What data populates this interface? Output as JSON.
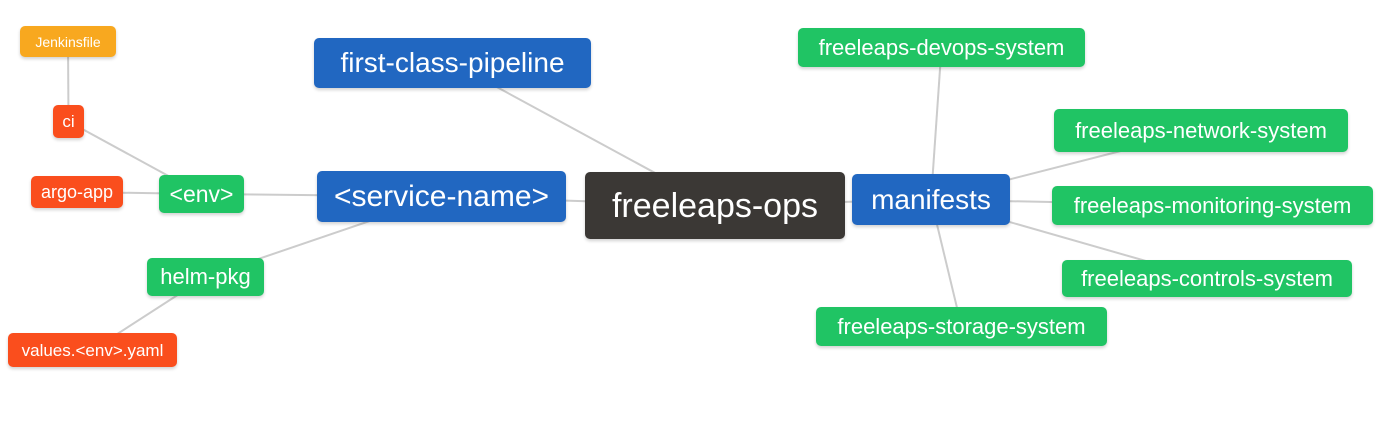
{
  "palette": {
    "blue": "#2167C1",
    "green": "#20C464",
    "orange": "#F8A81F",
    "red": "#FA4E1D",
    "dark": "#3B3835",
    "edge": "#CCCCCC",
    "text": "#FFFFFF"
  },
  "nodes": {
    "jenkinsfile": {
      "label": "Jenkinsfile",
      "color": "orange"
    },
    "ci": {
      "label": "ci",
      "color": "red"
    },
    "argo-app": {
      "label": "argo-app",
      "color": "red"
    },
    "env": {
      "label": "<env>",
      "color": "green"
    },
    "service-name": {
      "label": "<service-name>",
      "color": "blue"
    },
    "first-class-pipeline": {
      "label": "first-class-pipeline",
      "color": "blue"
    },
    "freeleaps-ops": {
      "label": "freeleaps-ops",
      "color": "dark"
    },
    "manifests": {
      "label": "manifests",
      "color": "blue"
    },
    "devops-system": {
      "label": "freeleaps-devops-system",
      "color": "green"
    },
    "network-system": {
      "label": "freeleaps-network-system",
      "color": "green"
    },
    "monitoring-system": {
      "label": "freeleaps-monitoring-system",
      "color": "green"
    },
    "controls-system": {
      "label": "freeleaps-controls-system",
      "color": "green"
    },
    "storage-system": {
      "label": "freeleaps-storage-system",
      "color": "green"
    },
    "helm-pkg": {
      "label": "helm-pkg",
      "color": "green"
    },
    "values-env-yaml": {
      "label": "values.<env>.yaml",
      "color": "red"
    }
  },
  "edges": [
    [
      "jenkinsfile",
      "ci"
    ],
    [
      "ci",
      "env"
    ],
    [
      "argo-app",
      "env"
    ],
    [
      "env",
      "service-name"
    ],
    [
      "helm-pkg",
      "service-name"
    ],
    [
      "values-env-yaml",
      "helm-pkg"
    ],
    [
      "service-name",
      "freeleaps-ops"
    ],
    [
      "first-class-pipeline",
      "freeleaps-ops"
    ],
    [
      "freeleaps-ops",
      "manifests"
    ],
    [
      "manifests",
      "devops-system"
    ],
    [
      "manifests",
      "network-system"
    ],
    [
      "manifests",
      "monitoring-system"
    ],
    [
      "manifests",
      "controls-system"
    ],
    [
      "manifests",
      "storage-system"
    ]
  ]
}
